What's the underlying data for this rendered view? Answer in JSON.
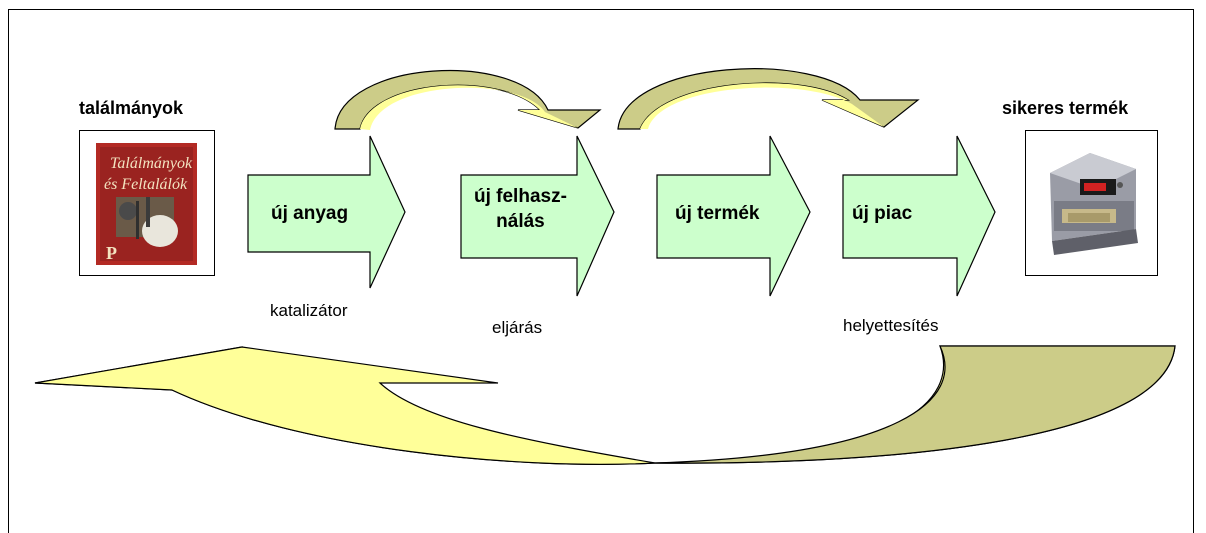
{
  "colors": {
    "arrow_green": "#ccffcc",
    "curve_light": "#ffff99",
    "curve_dark": "#cccc88",
    "book_red": "#b32a24",
    "machine_gray": "#7a7c86",
    "display_red": "#d12222"
  },
  "left": {
    "title": "találmányok",
    "image_icon": "book-cover-image",
    "book_letter": "P"
  },
  "right": {
    "title": "sikeres termék",
    "image_icon": "counting-machine-image"
  },
  "steps": [
    {
      "label": "új anyag"
    },
    {
      "label": "új felhasz-\nnálás"
    },
    {
      "label": "új termék"
    },
    {
      "label": "új piac"
    }
  ],
  "connectors": [
    {
      "label": "katalizátor"
    },
    {
      "label": "eljárás"
    },
    {
      "label": "helyettesítés"
    }
  ]
}
